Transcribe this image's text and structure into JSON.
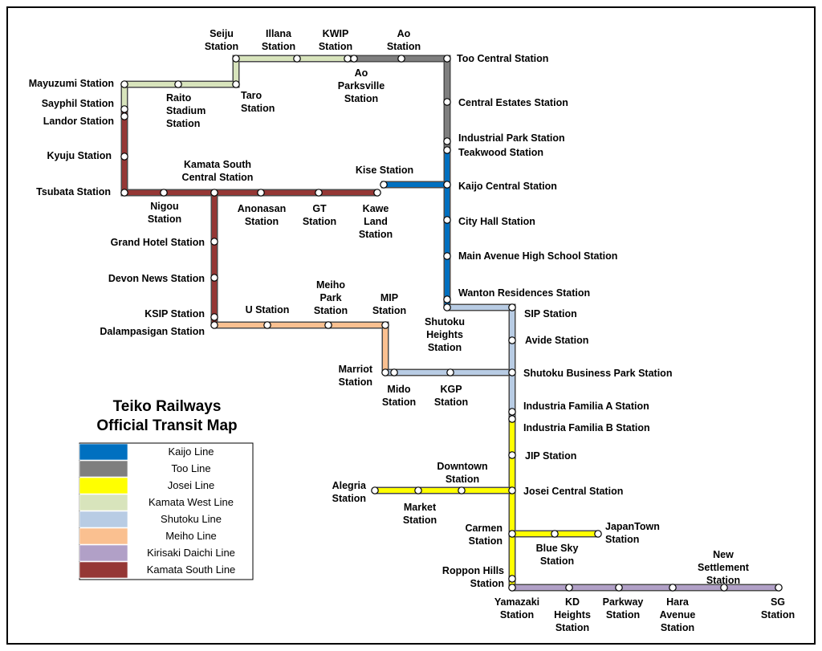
{
  "title_lines": [
    "Teiko Railways",
    "Official Transit Map"
  ],
  "lines": [
    {
      "name": "Kaijo Line",
      "color": "#0070C0"
    },
    {
      "name": "Too Line",
      "color": "#7F7F7F"
    },
    {
      "name": "Josei Line",
      "color": "#FFFF00"
    },
    {
      "name": "Kamata West Line",
      "color": "#D8E4BC"
    },
    {
      "name": "Shutoku Line",
      "color": "#B8CCE4"
    },
    {
      "name": "Meiho Line",
      "color": "#FAC090"
    },
    {
      "name": "Kirisaki Daichi Line",
      "color": "#B1A0C7"
    },
    {
      "name": "Kamata South Line",
      "color": "#953735"
    }
  ],
  "stations": [
    {
      "name": "Mayuzumi Station"
    },
    {
      "name": "Raito Stadium Station"
    },
    {
      "name": "Taro Station"
    },
    {
      "name": "Seiju Station"
    },
    {
      "name": "Illana Station"
    },
    {
      "name": "KWIP Station"
    },
    {
      "name": "Ao Parksville Station"
    },
    {
      "name": "Ao Station"
    },
    {
      "name": "Too Central Station"
    },
    {
      "name": "Central Estates Station"
    },
    {
      "name": "Industrial Park Station"
    },
    {
      "name": "Teakwood Station"
    },
    {
      "name": "Kaijo Central Station"
    },
    {
      "name": "Kise Station"
    },
    {
      "name": "City Hall Station"
    },
    {
      "name": "Main Avenue High School Station"
    },
    {
      "name": "Wanton Residences Station"
    },
    {
      "name": "Sayphil Station"
    },
    {
      "name": "Landor Station"
    },
    {
      "name": "Kyuju Station"
    },
    {
      "name": "Tsubata Station"
    },
    {
      "name": "Nigou Station"
    },
    {
      "name": "Kamata South Central Station"
    },
    {
      "name": "Anonasan Station"
    },
    {
      "name": "GT Station"
    },
    {
      "name": "Kawe Land Station"
    },
    {
      "name": "Grand Hotel Station"
    },
    {
      "name": "Devon News Station"
    },
    {
      "name": "KSIP Station"
    },
    {
      "name": "Dalampasigan Station"
    },
    {
      "name": "U Station"
    },
    {
      "name": "Meiho Park Station"
    },
    {
      "name": "MIP Station"
    },
    {
      "name": "Marriot Station"
    },
    {
      "name": "Mido Station"
    },
    {
      "name": "KGP Station"
    },
    {
      "name": "SIP Station"
    },
    {
      "name": "Shutoku Heights Station"
    },
    {
      "name": "Avide Station"
    },
    {
      "name": "Shutoku Business Park Station"
    },
    {
      "name": "Industria Familia A Station"
    },
    {
      "name": "Industria Familia B Station"
    },
    {
      "name": "JIP Station"
    },
    {
      "name": "Josei Central Station"
    },
    {
      "name": "Downtown Station"
    },
    {
      "name": "Market Station"
    },
    {
      "name": "Alegria Station"
    },
    {
      "name": "Carmen Station"
    },
    {
      "name": "Blue Sky Station"
    },
    {
      "name": "JapanTown Station"
    },
    {
      "name": "Roppon Hills Station"
    },
    {
      "name": "Yamazaki Station"
    },
    {
      "name": "KD Heights Station"
    },
    {
      "name": "Parkway Station"
    },
    {
      "name": "Hara Avenue Station"
    },
    {
      "name": "New Settlement Station"
    },
    {
      "name": "SG Station"
    }
  ]
}
